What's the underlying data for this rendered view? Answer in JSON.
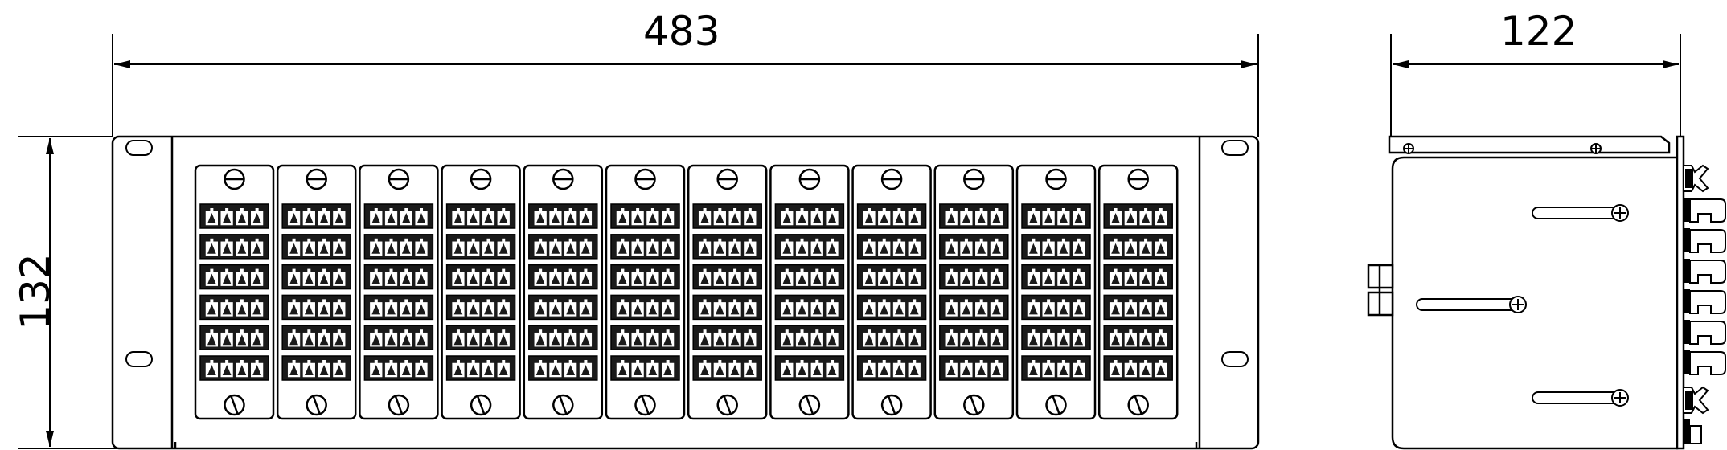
{
  "dimensions": {
    "width": "483",
    "height": "132",
    "depth": "122"
  },
  "front_view": {
    "module_count": 12,
    "port_rows_per_module": 6,
    "ports_per_row": 4
  },
  "side_view": {
    "connector_count": 6,
    "slot_count": 3
  },
  "colors": {
    "line": "#000000",
    "port_fill": "#1a1a1a",
    "background": "#ffffff"
  }
}
